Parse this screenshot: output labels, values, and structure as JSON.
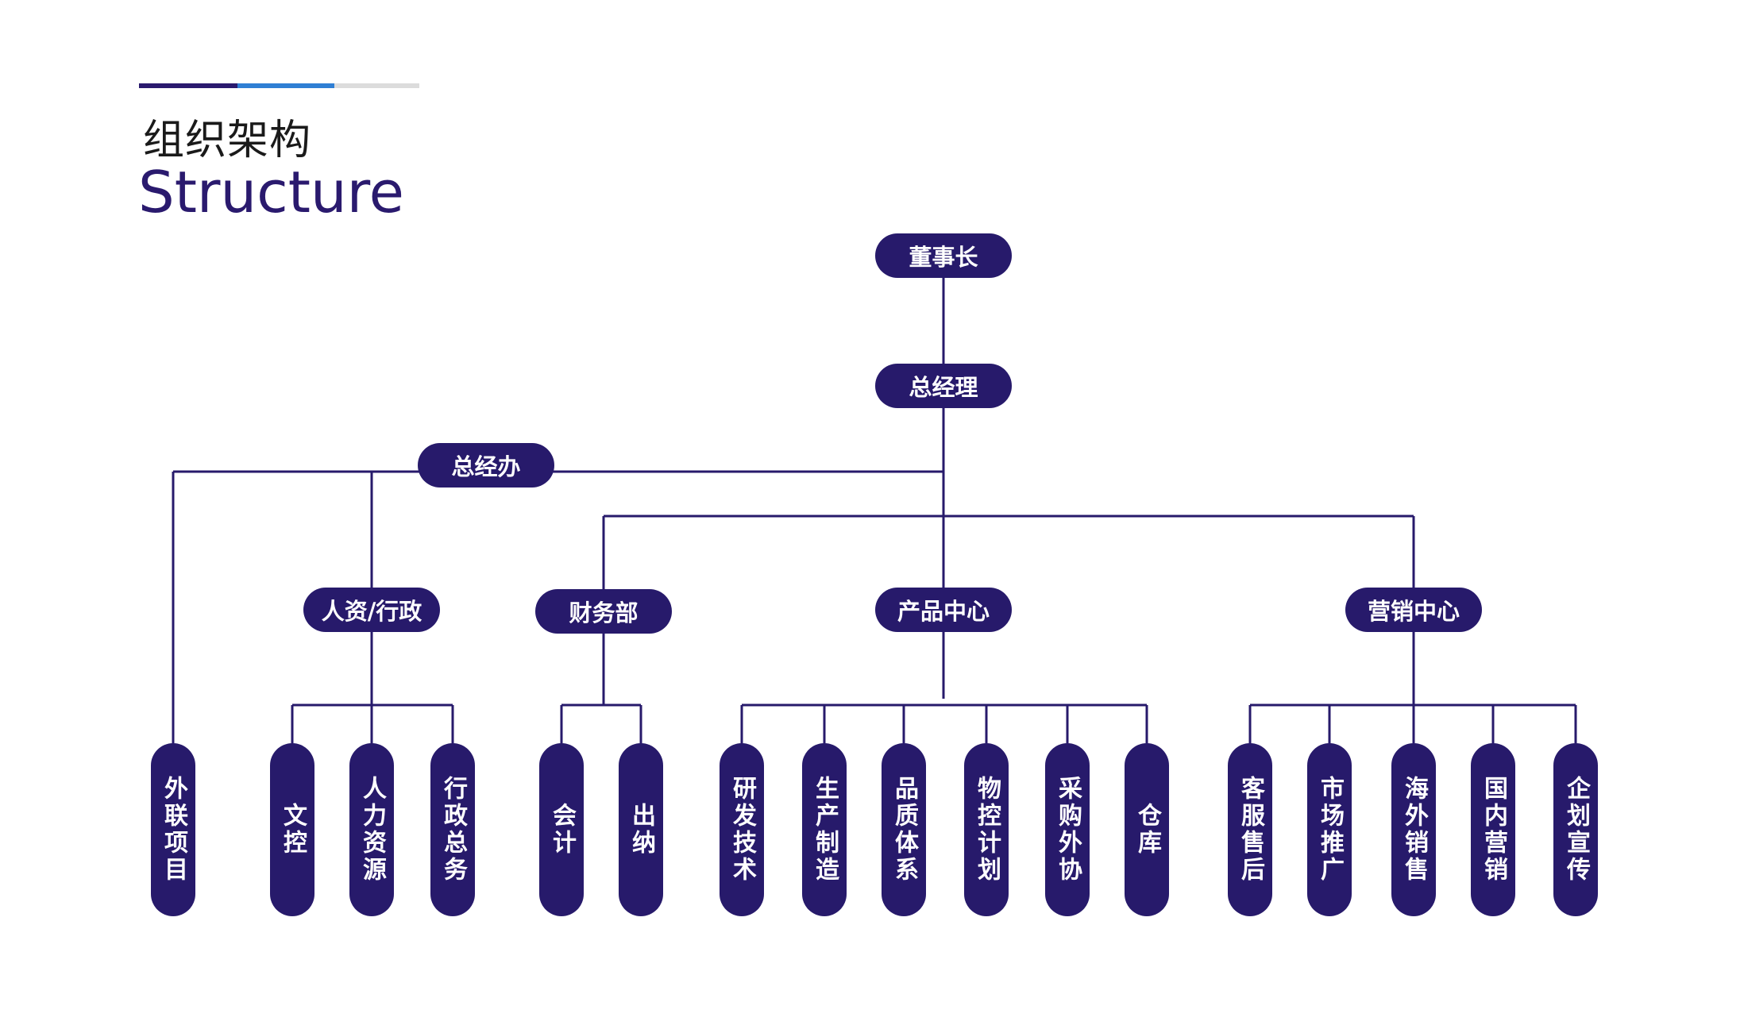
{
  "header": {
    "title_cn": "组织架构",
    "title_en": "Structure"
  },
  "org": {
    "chairman": "董事长",
    "gm": "总经理",
    "gm_office": "总经办",
    "departments": {
      "hr": "人资/行政",
      "finance": "财务部",
      "product": "产品中心",
      "marketing": "营销中心"
    },
    "units": {
      "external": "外联项目",
      "doc_control": "文控",
      "hr_resources": "人力资源",
      "admin_affairs": "行政总务",
      "accounting": "会计",
      "cashier": "出纳",
      "rd": "研发技术",
      "production": "生产制造",
      "quality": "品质体系",
      "material_plan": "物控计划",
      "purchasing": "采购外协",
      "warehouse": "仓库",
      "service": "客服售后",
      "promotion": "市场推广",
      "overseas": "海外销售",
      "domestic": "国内营销",
      "planning": "企划宣传"
    }
  },
  "colors": {
    "node": "#271a6b",
    "line": "#271a6b",
    "accent_blue": "#2f7fd4"
  }
}
